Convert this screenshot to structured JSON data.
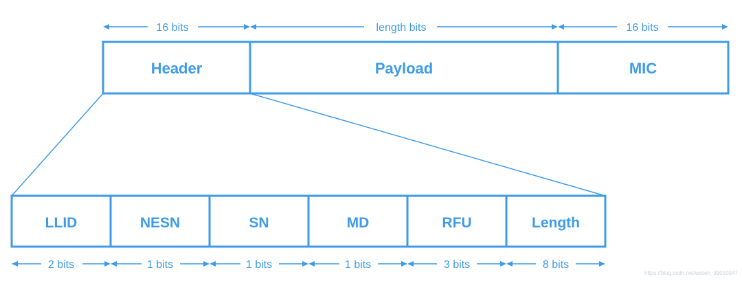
{
  "packet": {
    "fields": [
      {
        "name": "Header",
        "size": "16 bits"
      },
      {
        "name": "Payload",
        "size": "length bits"
      },
      {
        "name": "MIC",
        "size": "16 bits"
      }
    ]
  },
  "header": {
    "fields": [
      {
        "name": "LLID",
        "size": "2 bits"
      },
      {
        "name": "NESN",
        "size": "1 bits"
      },
      {
        "name": "SN",
        "size": "1 bits"
      },
      {
        "name": "MD",
        "size": "1 bits"
      },
      {
        "name": "RFU",
        "size": "3 bits"
      },
      {
        "name": "Length",
        "size": "8 bits"
      }
    ]
  },
  "watermark": "https://blog.csdn.net/weixin_39010347",
  "colors": {
    "accent": "#3d9be9"
  }
}
